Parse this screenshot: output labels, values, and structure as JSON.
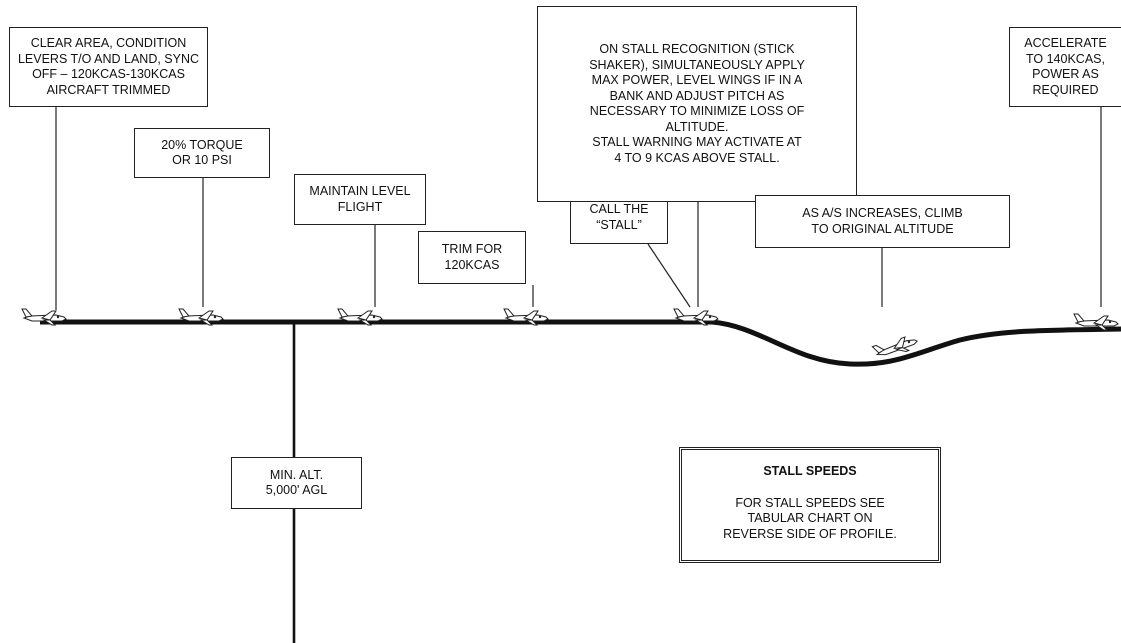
{
  "callouts": {
    "clear_area": [
      "CLEAR AREA, CONDITION",
      "LEVERS T/O AND LAND, SYNC",
      "OFF – 120KCAS-130KCAS",
      "AIRCRAFT TRIMMED"
    ],
    "torque": [
      "20% TORQUE",
      "OR 10 PSI"
    ],
    "maintain_level": [
      "MAINTAIN LEVEL",
      "FLIGHT"
    ],
    "trim": [
      "TRIM FOR",
      "120KCAS"
    ],
    "call_stall": [
      "CALL THE",
      "“STALL”"
    ],
    "stall_recognition": [
      "ON STALL RECOGNITION (STICK",
      "SHAKER), SIMULTANEOUSLY APPLY",
      "MAX POWER, LEVEL WINGS IF IN A",
      "BANK AND ADJUST PITCH AS",
      "NECESSARY TO MINIMIZE LOSS OF",
      "ALTITUDE.",
      "STALL WARNING MAY ACTIVATE AT",
      "4 TO 9 KCAS ABOVE STALL."
    ],
    "climb": [
      "AS A/S INCREASES, CLIMB",
      "TO ORIGINAL ALTITUDE"
    ],
    "accelerate": [
      "ACCELERATE",
      "TO 140KCAS,",
      "POWER AS",
      "REQUIRED"
    ],
    "min_alt": [
      "MIN. ALT.",
      "5,000' AGL"
    ]
  },
  "stall_speeds": {
    "title": "STALL SPEEDS",
    "body": [
      "FOR STALL SPEEDS SEE",
      "TABULAR  CHART ON",
      "REVERSE SIDE OF PROFILE."
    ]
  },
  "icons": [
    "aircraft-icon"
  ]
}
